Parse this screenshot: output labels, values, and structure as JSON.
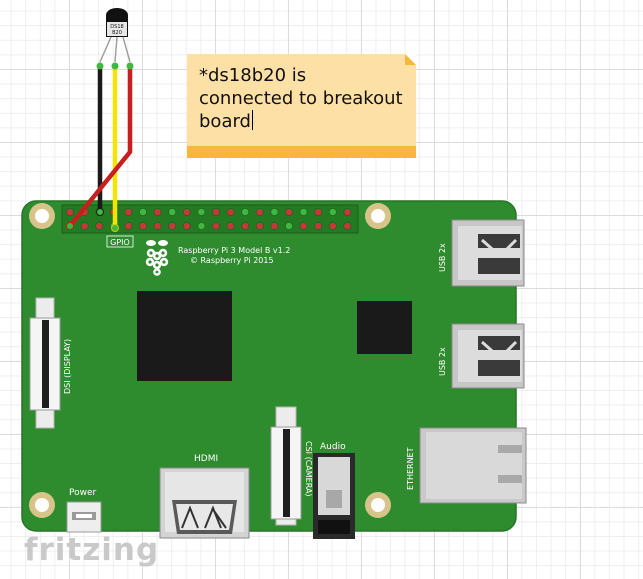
{
  "note": {
    "line1": "*ds18b20 is",
    "line2": "connected to breakout",
    "line3": "board"
  },
  "sensor": {
    "label_top": "DS18",
    "label_bottom": "B20"
  },
  "board": {
    "model_line1": "Raspberry Pi 3 Model B v1.2",
    "model_line2": "© Raspberry Pi 2015",
    "gpio_label": "GPIO",
    "dsi_label": "DSI (DISPLAY)",
    "csi_label": "CSI (CAMERA)",
    "audio_label": "Audio",
    "hdmi_label": "HDMI",
    "power_label": "Power",
    "usb_label_1": "USB 2x",
    "usb_label_2": "USB 2x",
    "ethernet_label": "ETHERNET"
  },
  "colors": {
    "board_green": "#2e8b2e",
    "wire_black": "#1a1a1a",
    "wire_yellow": "#f2e600",
    "wire_red": "#c81e1e",
    "pin_red": "#c43a3a",
    "pin_green": "#3fb83f",
    "note_fill": "#fde0a6",
    "note_accent": "#f6b73c"
  },
  "logo": {
    "text": "fritzing"
  }
}
